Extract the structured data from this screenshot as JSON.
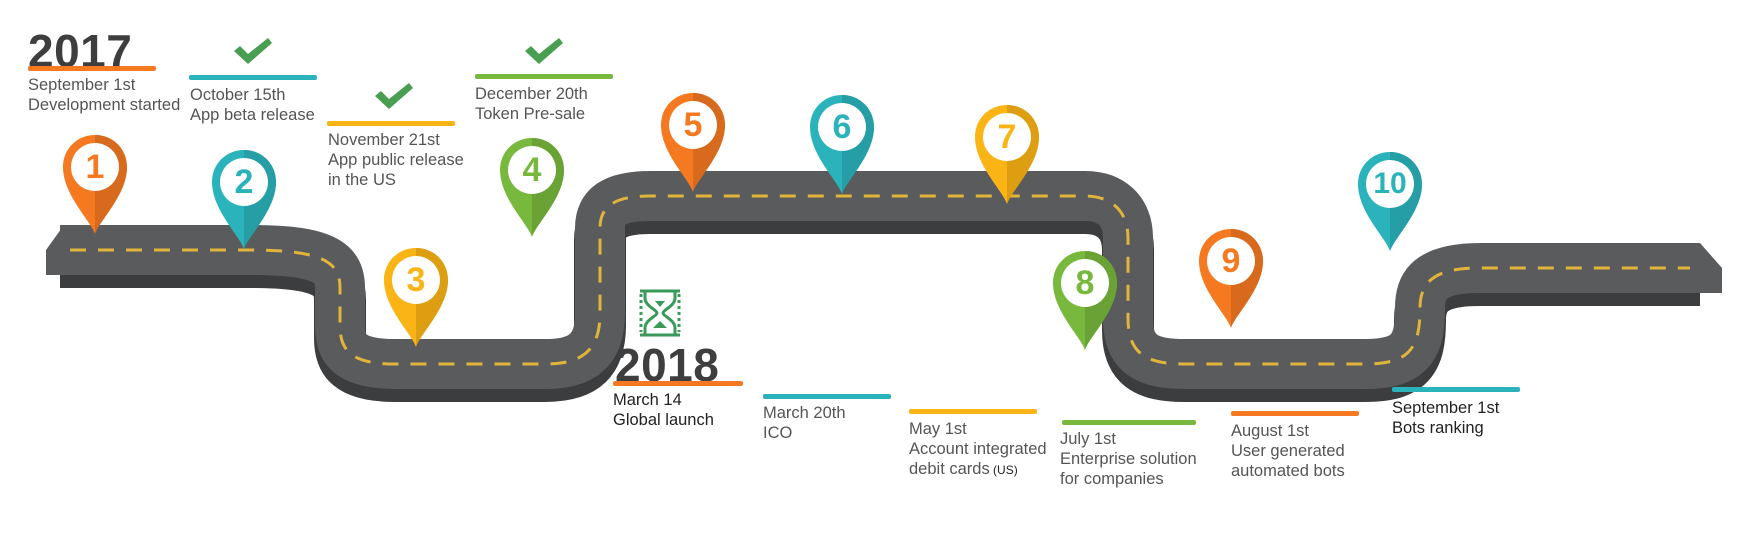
{
  "colors": {
    "orange": "#f47920",
    "teal": "#2bb3bc",
    "yellow": "#fbb415",
    "green": "#78b83c",
    "road": "#58595b",
    "road_edge": "#3c3d3f",
    "dash": "#e1b43c",
    "check": "#4a9e52",
    "hourglass": "#3a9a5a",
    "year_text": "#3e3e3e"
  },
  "years": [
    {
      "label": "2017"
    },
    {
      "label": "2018"
    }
  ],
  "events": [
    {
      "date": "September 1st",
      "lines": [
        "Development started"
      ],
      "color": "orange",
      "done": false
    },
    {
      "date": "October 15th",
      "lines": [
        "App beta release"
      ],
      "color": "teal",
      "done": true
    },
    {
      "date": "November 21st",
      "lines": [
        "App public release",
        "in the US"
      ],
      "color": "yellow",
      "done": true
    },
    {
      "date": "December 20th",
      "lines": [
        "Token Pre-sale"
      ],
      "color": "green",
      "done": true
    },
    {
      "date": "March 14",
      "lines": [
        "Global launch"
      ],
      "color": "orange",
      "done": false
    },
    {
      "date": "March 20th",
      "lines": [
        "ICO"
      ],
      "color": "teal",
      "done": false
    },
    {
      "date": "May 1st",
      "lines": [
        "Account integrated",
        "debit cards"
      ],
      "note": "(US)",
      "color": "yellow",
      "done": false
    },
    {
      "date": "July 1st",
      "lines": [
        "Enterprise solution",
        "for companies"
      ],
      "color": "green",
      "done": false
    },
    {
      "date": "August 1st",
      "lines": [
        "User generated",
        "automated bots"
      ],
      "color": "orange",
      "done": false
    },
    {
      "date": "September 1st",
      "lines": [
        "Bots ranking"
      ],
      "color": "teal",
      "done": false
    }
  ],
  "pins": [
    {
      "number": "1",
      "color": "orange"
    },
    {
      "number": "2",
      "color": "teal"
    },
    {
      "number": "3",
      "color": "yellow"
    },
    {
      "number": "4",
      "color": "green"
    },
    {
      "number": "5",
      "color": "orange"
    },
    {
      "number": "6",
      "color": "teal"
    },
    {
      "number": "7",
      "color": "yellow"
    },
    {
      "number": "8",
      "color": "green"
    },
    {
      "number": "9",
      "color": "orange"
    },
    {
      "number": "10",
      "color": "teal"
    }
  ],
  "icons": {
    "check": "checkmark-icon",
    "hourglass": "hourglass-icon"
  }
}
